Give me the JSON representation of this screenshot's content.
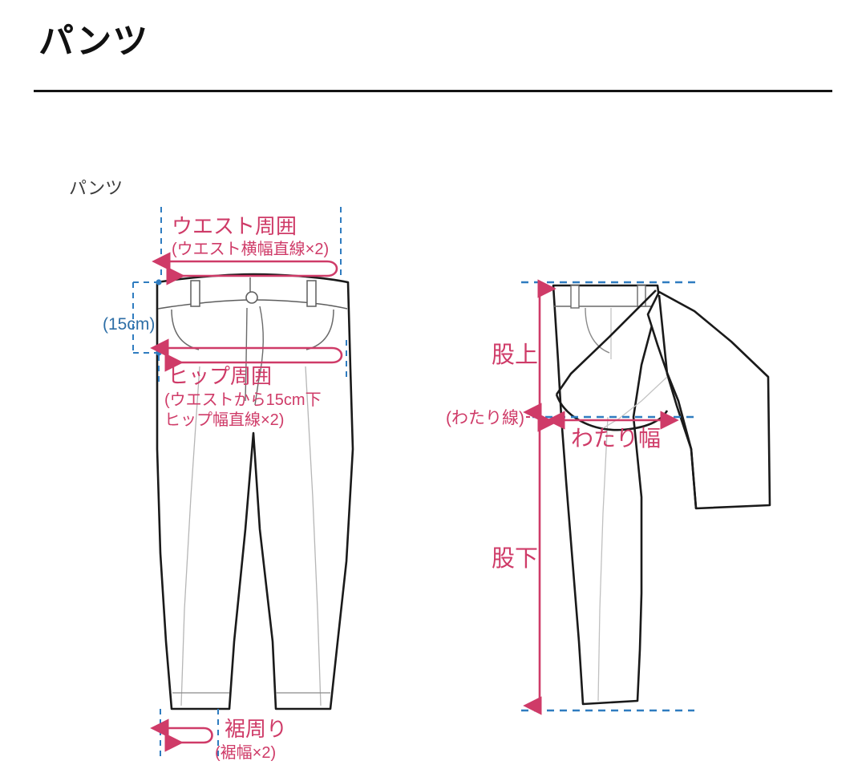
{
  "page": {
    "title": "パンツ",
    "section_label": "パンツ",
    "background_color": "#ffffff"
  },
  "colors": {
    "title_text": "#111111",
    "rule": "#141414",
    "section_text": "#3c3c3c",
    "measure_pink": "#cf3b68",
    "guide_blue": "#2f7cc0",
    "blue_text": "#2d6ea6",
    "garment_outline": "#1a1a1a",
    "garment_detail": "#6a6a6a"
  },
  "diagram": {
    "front_view": {
      "name": "pants-front-view",
      "labels": {
        "waist": {
          "line1": "ウエスト周囲",
          "line2": "(ウエスト横幅直線×2)"
        },
        "hip": {
          "line1": "ヒップ周囲",
          "line2": "(ウエストから15cm下",
          "line3": "ヒップ幅直線×2)"
        },
        "drop": "(15cm)",
        "hem": {
          "line1": "裾周り",
          "line2": "(裾幅×2)"
        }
      }
    },
    "side_view": {
      "name": "pants-folded-side-view",
      "labels": {
        "rise": "股上",
        "thigh_line": "(わたり線)",
        "thigh_width": "わたり幅",
        "inseam": "股下"
      }
    }
  }
}
